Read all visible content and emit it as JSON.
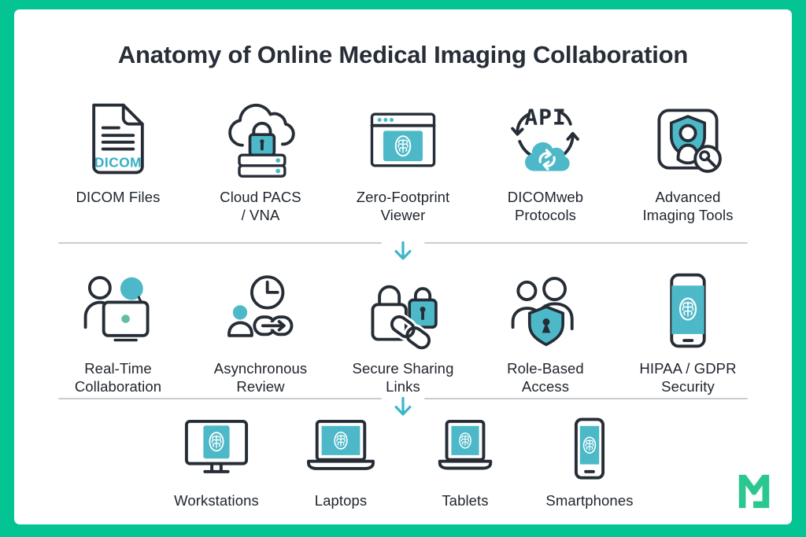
{
  "title": "Anatomy of Online Medical Imaging Collaboration",
  "theme": {
    "border_green": "#05C494",
    "teal": "#4DB9C8",
    "teal_text": "#35AFC5",
    "arrow_teal": "#3CB6C8",
    "ink": "#262D36",
    "divider": "#C9CCCF",
    "dot_green": "#63BE9F",
    "logo_green": "#2BC78F"
  },
  "rows": [
    {
      "name": "technology-layer",
      "items": [
        {
          "label": "DICOM Files",
          "icon": "dicom-file-icon",
          "icon_text": "DICOM"
        },
        {
          "label": "Cloud PACS\n/ VNA",
          "icon": "cloud-pacs-icon"
        },
        {
          "label": "Zero-Footprint\nViewer",
          "icon": "zero-footprint-viewer-icon"
        },
        {
          "label": "DICOMweb\nProtocols",
          "icon": "dicomweb-api-icon",
          "icon_text": "API"
        },
        {
          "label": "Advanced\nImaging Tools",
          "icon": "advanced-imaging-tools-icon"
        }
      ]
    },
    {
      "name": "collaboration-layer",
      "items": [
        {
          "label": "Real-Time\nCollaboration",
          "icon": "real-time-collaboration-icon"
        },
        {
          "label": "Asynchronous\nReview",
          "icon": "asynchronous-review-icon"
        },
        {
          "label": "Secure Sharing\nLinks",
          "icon": "secure-sharing-links-icon"
        },
        {
          "label": "Role-Based\nAccess",
          "icon": "role-based-access-icon"
        },
        {
          "label": "HIPAA / GDPR\nSecurity",
          "icon": "hipaa-gdpr-security-icon"
        }
      ]
    },
    {
      "name": "device-layer",
      "items": [
        {
          "label": "Workstations",
          "icon": "workstations-icon"
        },
        {
          "label": "Laptops",
          "icon": "laptops-icon"
        },
        {
          "label": "Tablets",
          "icon": "tablets-icon"
        },
        {
          "label": "Smartphones",
          "icon": "smartphones-icon"
        }
      ]
    }
  ],
  "connectors": [
    {
      "type": "divider-with-down-arrow"
    },
    {
      "type": "divider-with-down-arrow"
    }
  ],
  "logo": {
    "icon": "m-logo-icon"
  }
}
